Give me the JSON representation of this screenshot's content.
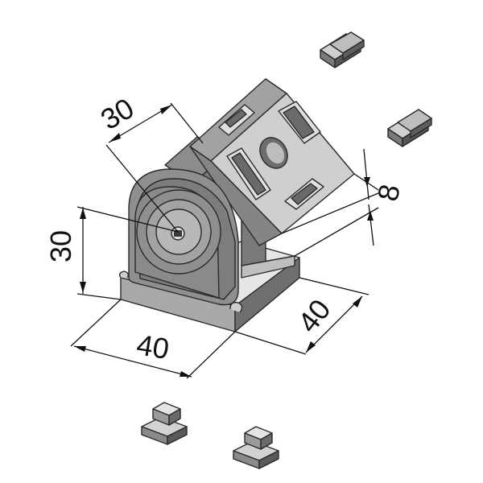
{
  "dimensions": {
    "top_label": "30",
    "left_label": "30",
    "bottom_left_label": "40",
    "bottom_right_label": "40",
    "right_label": "8"
  },
  "colors": {
    "background": "#ffffff",
    "part_dark": "#6f6f6f",
    "part_mid": "#9a9a9a",
    "part_light": "#d2d2d2",
    "dimension": "#111111"
  }
}
